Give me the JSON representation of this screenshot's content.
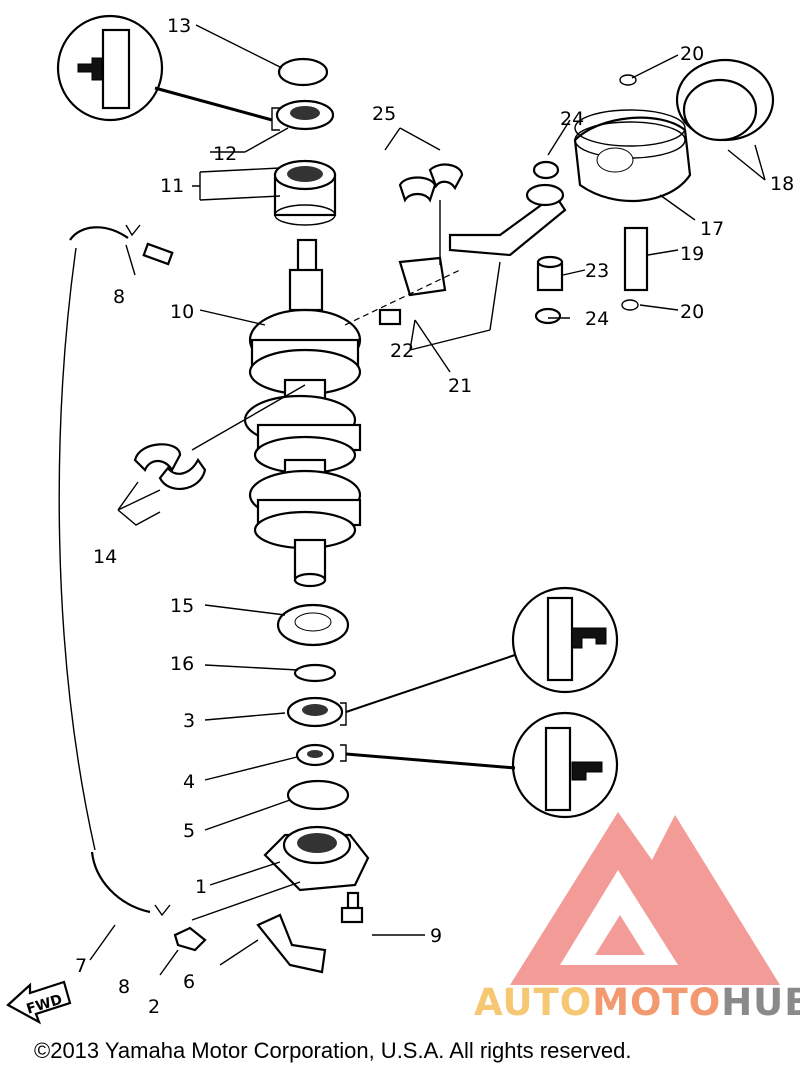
{
  "diagram": {
    "part_numbers": {
      "p1": "1",
      "p2": "2",
      "p3": "3",
      "p4": "4",
      "p5": "5",
      "p6": "6",
      "p7": "7",
      "p8a": "8",
      "p8b": "8",
      "p9": "9",
      "p10": "10",
      "p11": "11",
      "p12": "12",
      "p13": "13",
      "p14": "14",
      "p15": "15",
      "p16": "16",
      "p17": "17",
      "p18": "18",
      "p19": "19",
      "p20a": "20",
      "p20b": "20",
      "p21": "21",
      "p22": "22",
      "p23": "23",
      "p24a": "24",
      "p24b": "24",
      "p25": "25"
    },
    "fwd_label": "FWD",
    "copyright": "©2013 Yamaha Motor Corporation, U.S.A. All rights reserved."
  },
  "watermark": {
    "part1": "AUTO",
    "part2": "MOTO",
    "part3": "HUB",
    "colors": {
      "auto": "#f6c873",
      "moto": "#f2996f",
      "hub": "#8a8a8a",
      "logo": "#f08a85"
    }
  }
}
